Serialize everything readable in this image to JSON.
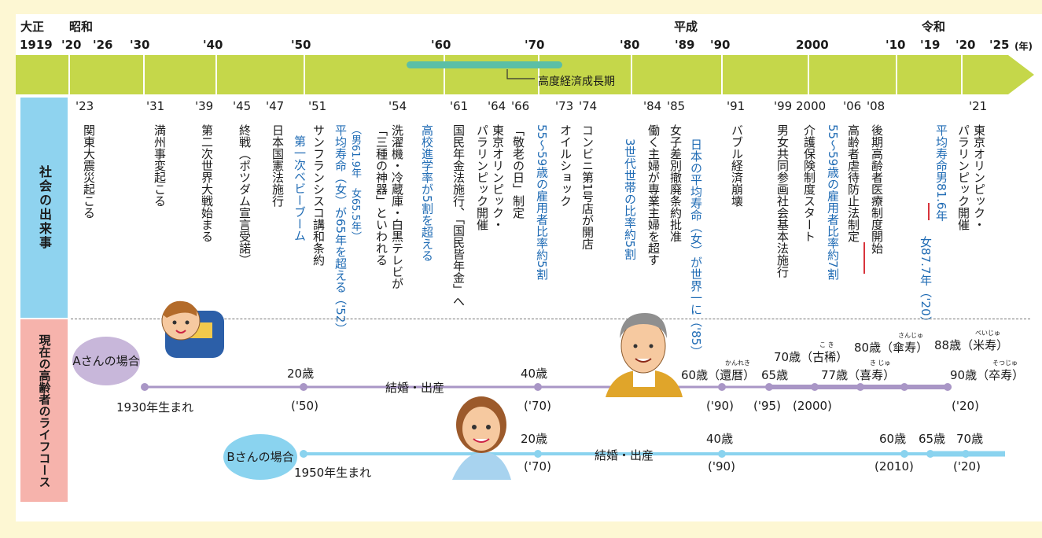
{
  "eras": {
    "taisho": "大正",
    "showa": "昭和",
    "heisei": "平成",
    "reiwa": "令和"
  },
  "years": {
    "y1919": "1919",
    "y20": "'20",
    "y26": "'26",
    "y30": "'30",
    "y40": "'40",
    "y50": "'50",
    "y60": "'60",
    "y70": "'70",
    "y80": "'80",
    "y89": "'89",
    "y90": "'90",
    "y2000": "2000",
    "y10": "'10",
    "y19": "'19",
    "y20b": "'20",
    "y25": "'25",
    "unit": "(年)"
  },
  "kodo": "高度経済成長期",
  "labels": {
    "social": "社会の出来事",
    "lifecourse": "現在の高齢者のライフコース"
  },
  "events": {
    "y23": "'23",
    "e23": "関東大震災起こる",
    "y31": "'31",
    "e31": "満州事変起こる",
    "y39": "'39",
    "e39": "第二次世界大戦始まる",
    "y45": "'45",
    "e45": "終戦（ポツダム宣言受諾）",
    "y47": "'47",
    "e47": "日本国憲法施行",
    "y51": "'51",
    "e51": "サンフランシスコ講和条約",
    "e_baby": "第一次ベビーブーム",
    "e_life1": "（男61.9年　女65.5年）",
    "e_life2": "平均寿命（女）が65年を超える（'52）",
    "y54": "'54",
    "e54a": "洗濯機・冷蔵庫・白黒テレビが",
    "e54b": "「三種の神器」といわれる",
    "e_koko": "高校進学率が5割を超える",
    "y61": "'61",
    "e61": "国民年金法施行、「国民皆年金」へ",
    "y64": "'64",
    "e64a": "東京オリンピック・",
    "e64b": "パラリンピック開催",
    "y66": "'66",
    "e66": "「敬老の日」制定",
    "e_koyo1": "55～59歳の雇用者比率約5割",
    "y73": "'73",
    "e73": "オイルショック",
    "y74": "'74",
    "e74": "コンビニ第1号店が開店",
    "e_3sedai": "3世代世帯の比率約5割",
    "y84": "'84",
    "e84": "働く主婦が専業主婦を超す",
    "y85": "'85",
    "e85": "女子差別撤廃条約批准",
    "e_jumyo": "日本の平均寿命（女）が世界一に（'85）",
    "y91": "'91",
    "e91": "バブル経済崩壊",
    "y99": "'99",
    "e99": "男女共同参画社会基本法施行",
    "y2000": "2000",
    "e2000": "介護保険制度スタート",
    "e_koyo2": "55～59歳の雇用者比率約7割",
    "y06": "'06",
    "e06": "高齢者虐待防止法制定",
    "y08": "'08",
    "e08": "後期高齢者医療制度開始",
    "e_r1": "平均寿命男81.6年",
    "e_r2": "女87.7年（'20）",
    "y21": "'21",
    "e21a": "東京オリンピック・",
    "e21b": "パラリンピック開催"
  },
  "personA": {
    "bubble": "Aさんの場合",
    "born": "1930年生まれ",
    "age20": "20歳",
    "y50": "('50)",
    "marriage": "結婚・出産",
    "age40": "40歳",
    "y70": "('70)",
    "age60": "60歳（還暦）",
    "kanreki": "かんれき",
    "y90": "('90)",
    "age65": "65歳",
    "y95": "('95)",
    "age70": "70歳（古稀）",
    "koki": "こ き",
    "y2000": "(2000)",
    "age77": "77歳（喜寿）",
    "kiju": "き じゅ",
    "age80": "80歳（傘寿）",
    "sanju": "さんじゅ",
    "age88": "88歳（米寿）",
    "beiju": "べいじゅ",
    "age90": "90歳（卒寿）",
    "sotsuju": "そつじゅ",
    "y20": "('20)"
  },
  "personB": {
    "bubble": "Bさんの場合",
    "born": "1950年生まれ",
    "age20": "20歳",
    "y70": "('70)",
    "marriage": "結婚・出産",
    "age40": "40歳",
    "y90": "('90)",
    "age60": "60歳",
    "y2010": "(2010)",
    "age65": "65歳",
    "age70": "70歳",
    "y20": "('20)"
  },
  "colors": {
    "arrow": "#c5d74a",
    "bar": "#5bbfa6",
    "social": "#8fd3ef",
    "life": "#f6b3ac",
    "lineA": "#a996c6",
    "lineB": "#8ad3ef",
    "blue": "#1f6bb4",
    "red": "#d8343c"
  }
}
